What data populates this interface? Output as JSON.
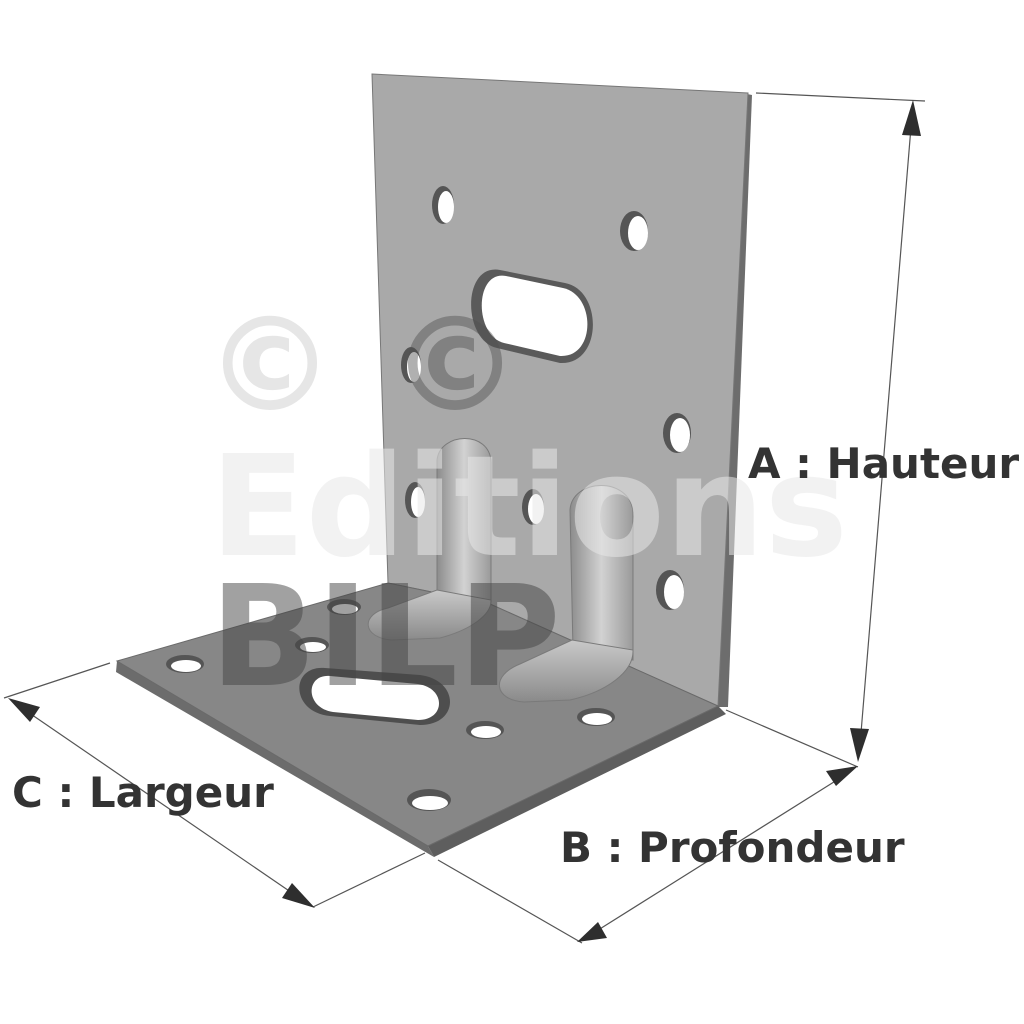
{
  "labels": {
    "hauteur": "A : Hauteur",
    "profondeur": "B : Profondeur",
    "largeur": "C : Largeur"
  },
  "watermark": {
    "symbol_1": "©",
    "symbol_2": "©",
    "line_1": "Editions",
    "line_2": "BILP"
  },
  "colors": {
    "vertical_plate": "#a9a9a9",
    "base_plate": "#878787",
    "plate_edge": "#6d6d6d",
    "hole_inner": "#ffffff",
    "label_text": "#333333",
    "watermark_light": "#e3e3e3",
    "watermark_dark": "#4f4f4f"
  }
}
